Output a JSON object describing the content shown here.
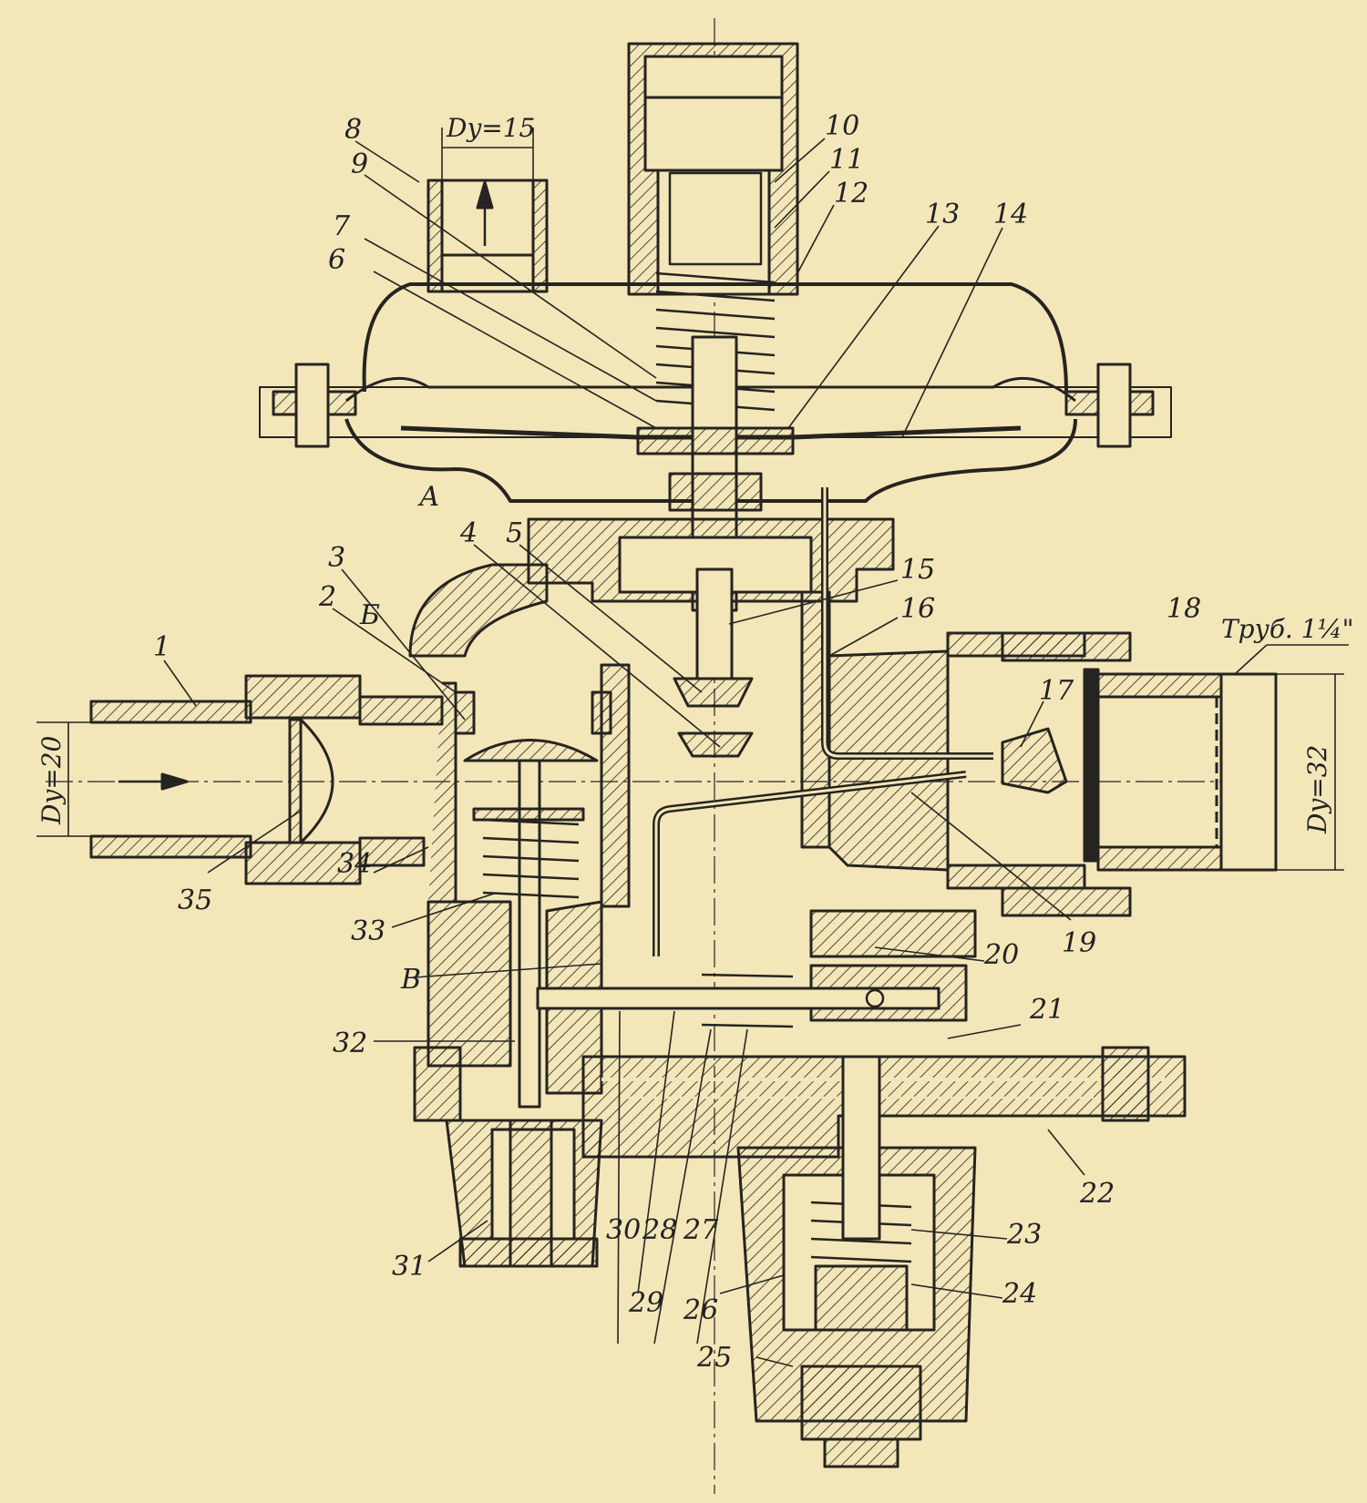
{
  "callouts": [
    "1",
    "2",
    "3",
    "4",
    "5",
    "6",
    "7",
    "8",
    "9",
    "10",
    "11",
    "12",
    "13",
    "14",
    "15",
    "16",
    "17",
    "18",
    "19",
    "20",
    "21",
    "22",
    "23",
    "24",
    "25",
    "26",
    "27",
    "28",
    "29",
    "30",
    "31",
    "32",
    "33",
    "34",
    "35"
  ],
  "chambers": [
    "А",
    "Б",
    "В"
  ],
  "dimensions": {
    "outlet_top": "Dy=15",
    "inlet": "Dy=20",
    "outlet": "Dy=32",
    "outlet_pipe": "Труб. 1¼\""
  },
  "colors": {
    "paper": "#f3e6b9",
    "ink": "#262420"
  }
}
